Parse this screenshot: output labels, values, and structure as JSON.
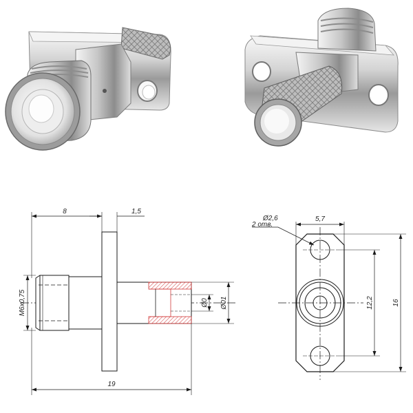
{
  "photos": {
    "front_view": "connector-photo-front",
    "rear_view": "connector-photo-rear"
  },
  "side_drawing": {
    "dim_length_body": "8",
    "dim_flange_thickness": "1,5",
    "dim_total_length": "19",
    "dim_thread": "M6x0,75",
    "dim_bore_inner": "Ø0",
    "dim_bore_outer": "Ø01"
  },
  "front_drawing": {
    "dim_hole_diameter": "Ø2,6",
    "dim_hole_count": "2 отв.",
    "dim_flange_width": "5,7",
    "dim_hole_spacing": "12,2",
    "dim_flange_height": "16"
  },
  "colors": {
    "line": "#1a1a1a",
    "hatch": "#d23a3a",
    "metal_light": "#f2f2f2",
    "metal_dark": "#8a8a8a"
  }
}
